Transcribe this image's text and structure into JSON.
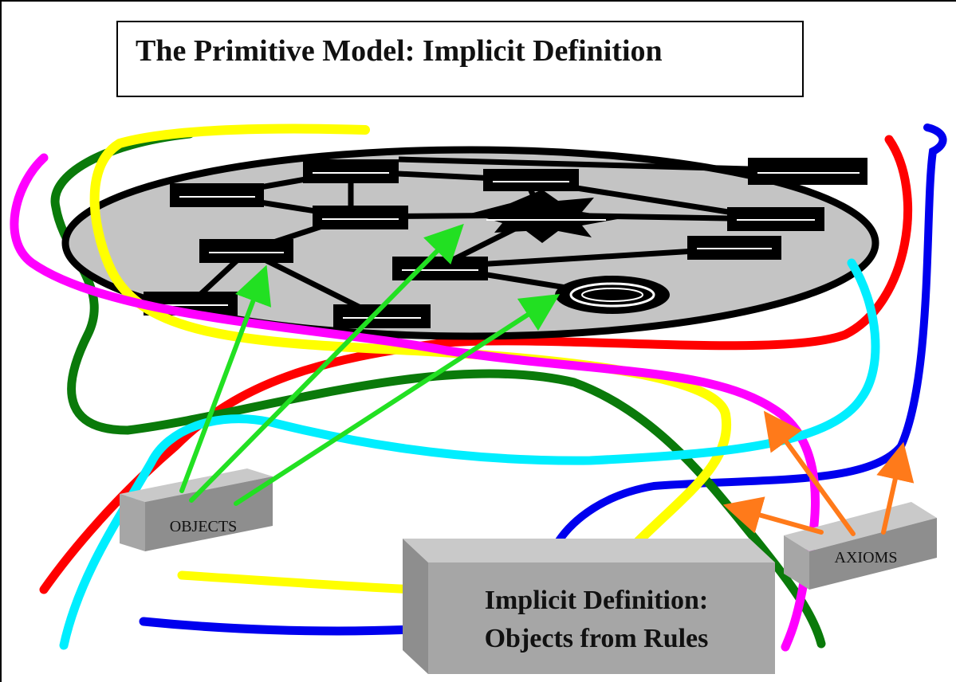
{
  "title": "The Primitive Model: Implicit Definition",
  "blocks": {
    "objects": "OBJECTS",
    "axioms": "AXIOMS",
    "implicit_line1": "Implicit Definition:",
    "implicit_line2": "Objects from Rules"
  },
  "colors": {
    "ellipse_fill": "#c4c4c4",
    "node": "#000000",
    "box_front": "#a6a6a6",
    "box_top": "#c9c9c9",
    "box_side": "#7e7e7e",
    "arrow_green": "#22e022",
    "arrow_orange": "#ff7a1a",
    "strand_red": "#ff0000",
    "strand_blue": "#0000ee",
    "strand_green": "#0a7a0a",
    "strand_yellow": "#ffff00",
    "strand_magenta": "#ff00ff",
    "strand_cyan": "#00eeff"
  }
}
